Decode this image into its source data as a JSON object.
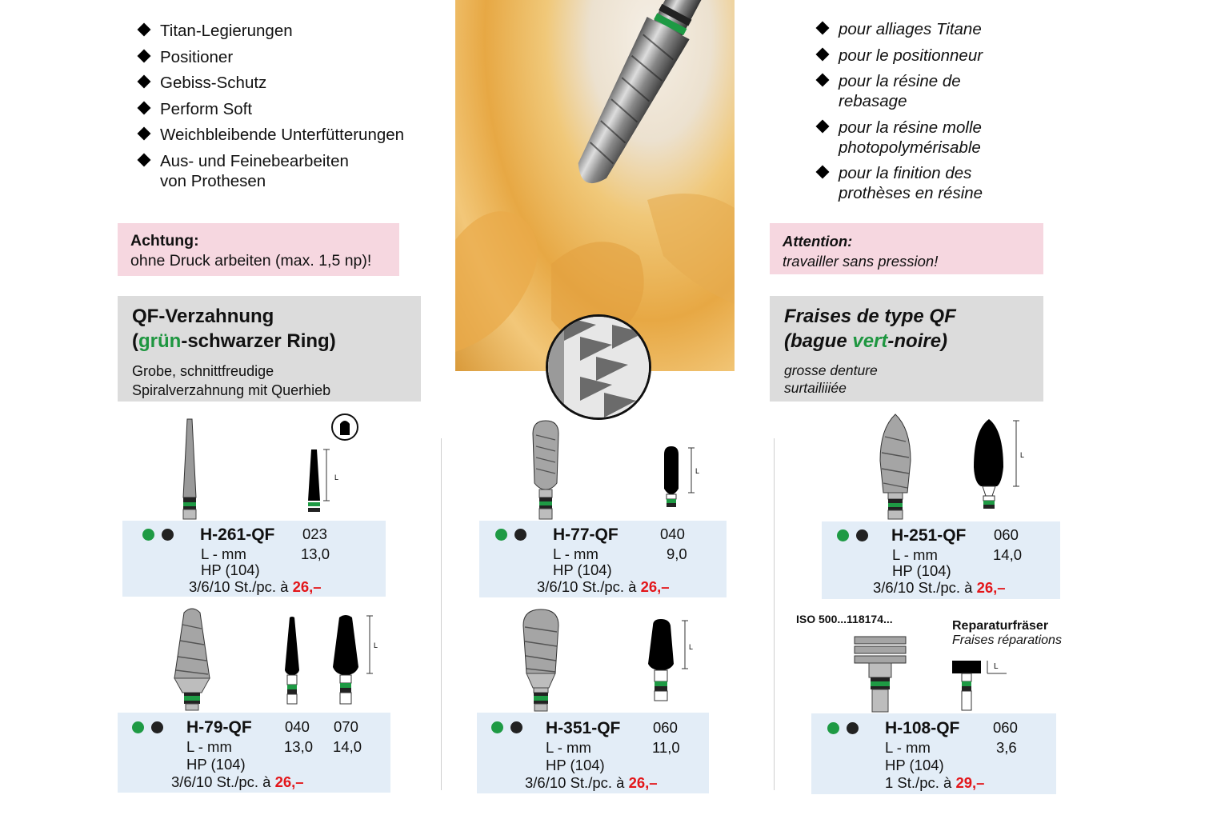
{
  "left_features": [
    "Titan-Legierungen",
    "Positioner",
    "Gebiss-Schutz",
    "Perform Soft",
    "Weichbleibende Unterfütterungen",
    "Aus- und Feinebearbeiten von Prothesen"
  ],
  "right_features": [
    "pour alliages Titane",
    "pour le positionneur",
    "pour la résine de rebasage",
    "pour la résine molle photopolymérisable",
    "pour la finition des prothèses en résine"
  ],
  "warn_de": {
    "title": "Achtung:",
    "text": "ohne Druck arbeiten (max. 1,5 np)!"
  },
  "warn_fr": {
    "title": "Attention:",
    "text": "travailler sans pression!"
  },
  "section_de": {
    "line1": "QF-Verzahnung",
    "open": "(",
    "green": "grün",
    "close": "-schwarzer Ring)",
    "sub1": "Grobe, schnittfreudige",
    "sub2": "Spiralverzahnung mit Querhieb"
  },
  "section_fr": {
    "line1": "Fraises de type QF",
    "open": "(bague ",
    "green": "vert",
    "close": "-noire)",
    "sub1": "grosse denture",
    "sub2": "surtailiiiée"
  },
  "dim_label": "L",
  "iso_text": "ISO 500...118174...",
  "repair_de": "Reparaturfräser",
  "repair_fr": "Fraises réparations",
  "colors": {
    "ring_green": "#1e9a44",
    "price_red": "#e3161a",
    "card_bg": "#e3edf7",
    "warn_bg": "#f6d7e0",
    "section_bg": "#dcdcdc"
  },
  "products": [
    {
      "code": "H-261-QF",
      "sizes": [
        "023"
      ],
      "lengths": [
        "13,0"
      ],
      "shank": "HP (104)",
      "pack": "3/6/10 St./pc. à",
      "price": "26,–",
      "lmm": "L - mm"
    },
    {
      "code": "H-77-QF",
      "sizes": [
        "040"
      ],
      "lengths": [
        "9,0"
      ],
      "shank": "HP (104)",
      "pack": "3/6/10 St./pc. à",
      "price": "26,–",
      "lmm": "L - mm"
    },
    {
      "code": "H-251-QF",
      "sizes": [
        "060"
      ],
      "lengths": [
        "14,0"
      ],
      "shank": "HP (104)",
      "pack": "3/6/10 St./pc. à",
      "price": "26,–",
      "lmm": "L - mm"
    },
    {
      "code": "H-79-QF",
      "sizes": [
        "040",
        "070"
      ],
      "lengths": [
        "13,0",
        "14,0"
      ],
      "shank": "HP (104)",
      "pack": "3/6/10 St./pc. à",
      "price": "26,–",
      "lmm": "L - mm"
    },
    {
      "code": "H-351-QF",
      "sizes": [
        "060"
      ],
      "lengths": [
        "11,0"
      ],
      "shank": "HP (104)",
      "pack": "3/6/10 St./pc. à",
      "price": "26,–",
      "lmm": "L - mm"
    },
    {
      "code": "H-108-QF",
      "sizes": [
        "060"
      ],
      "lengths": [
        "3,6"
      ],
      "shank": "HP (104)",
      "pack": "1 St./pc. à",
      "price": "29,–",
      "lmm": "L - mm"
    }
  ]
}
